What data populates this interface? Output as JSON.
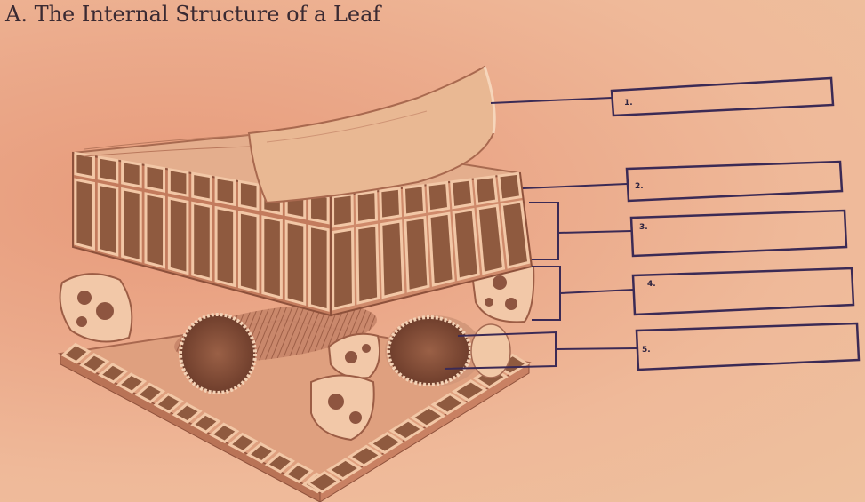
{
  "title": "A.  The Internal Structure of a Leaf",
  "labels": [
    {
      "id": "1",
      "text": "1.",
      "answer": ""
    },
    {
      "id": "2",
      "text": "2.",
      "answer": ""
    },
    {
      "id": "3",
      "text": "3.",
      "answer": ""
    },
    {
      "id": "4",
      "text": "4.",
      "answer": ""
    },
    {
      "id": "5",
      "text": "5.",
      "answer": ""
    }
  ],
  "colors": {
    "background": "#eeb898",
    "line": "#3b2a55",
    "cell_wall": "#f2c7a6",
    "cell_interior": "#8f5a3f",
    "cuticle": "#e8b794"
  }
}
